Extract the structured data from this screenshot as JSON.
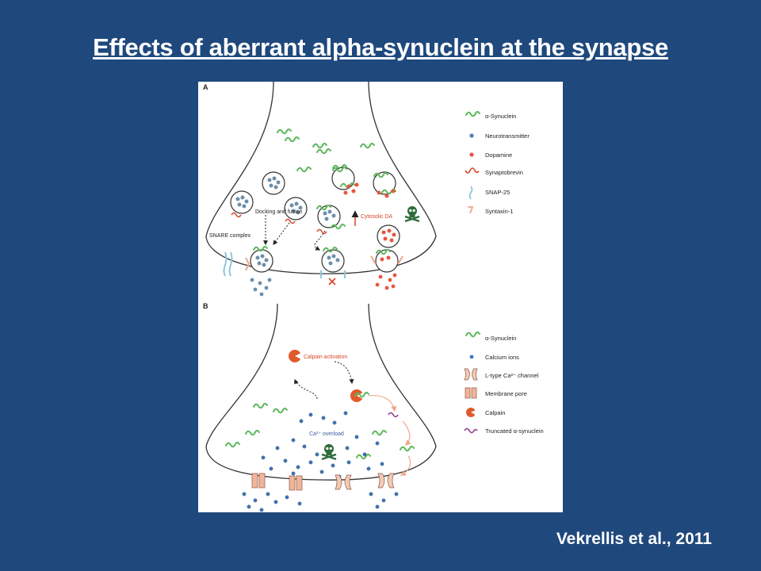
{
  "slide": {
    "title": "Effects of aberrant alpha-synuclein at the synapse",
    "citation": "Vekrellis et al., 2011"
  },
  "colors": {
    "background": "#1f497d",
    "synuclein": "#5cb85c",
    "neurotransmitter": "#4f7fb8",
    "dopamine": "#e8553f",
    "synaptobrevin": "#d9432b",
    "snap25": "#8fc6e0",
    "syntaxin": "#f0a88a",
    "calcium": "#3a77c2",
    "pore": "#f2b49a",
    "calpain": "#e05a2b",
    "truncated": "#8e3a8e",
    "skull": "#2e6b3a"
  },
  "panelA": {
    "label": "A",
    "annotations": {
      "docking": "Docking and fusion",
      "snare": "SNARE complex",
      "cytosolic": "Cytosolic DA"
    },
    "legend": [
      {
        "icon": "synuclein-icon",
        "label": "α-Synuclein"
      },
      {
        "icon": "neurotransmitter-icon",
        "label": "Neurotransmitter"
      },
      {
        "icon": "dopamine-icon",
        "label": "Dopamine"
      },
      {
        "icon": "synaptobrevin-icon",
        "label": "Synaptobrevin"
      },
      {
        "icon": "snap25-icon",
        "label": "SNAP-25"
      },
      {
        "icon": "syntaxin-icon",
        "label": "Syntaxin-1"
      }
    ]
  },
  "panelB": {
    "label": "B",
    "annotations": {
      "calpain_activation": "Calpain activation",
      "overload": "Ca²⁺ overload"
    },
    "legend": [
      {
        "icon": "synuclein-icon",
        "label": "α-Synuclein"
      },
      {
        "icon": "calcium-ion-icon",
        "label": "Calcium ions"
      },
      {
        "icon": "l-type-channel-icon",
        "label": "L-type Ca²⁺ channel"
      },
      {
        "icon": "membrane-pore-icon",
        "label": "Membrane pore"
      },
      {
        "icon": "calpain-icon",
        "label": "Calpain"
      },
      {
        "icon": "truncated-synuclein-icon",
        "label": "Truncated α-synuclein"
      }
    ]
  }
}
